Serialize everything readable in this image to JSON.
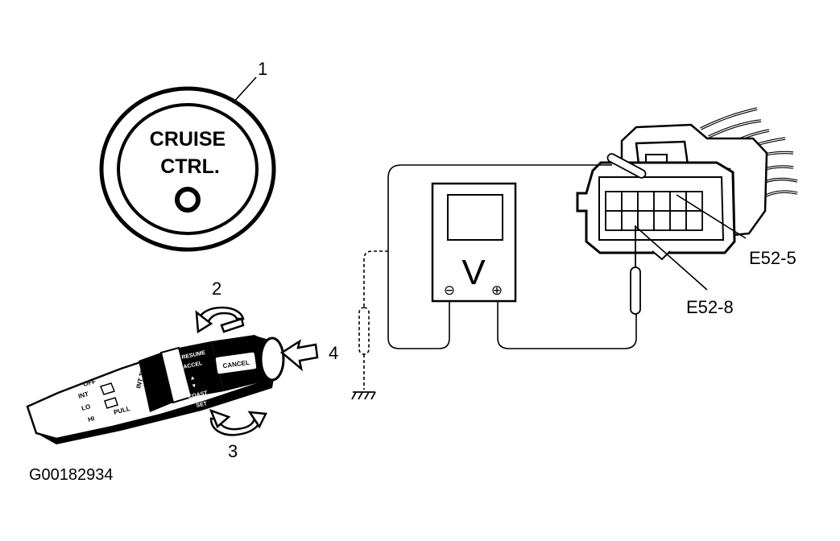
{
  "callouts": {
    "c1": "1",
    "c2": "2",
    "c3": "3",
    "c4": "4",
    "pin5": "E52-5",
    "pin8": "E52-8"
  },
  "button": {
    "line1": "CRUISE",
    "line2": "CTRL."
  },
  "meter": {
    "symbol": "V",
    "neg_terminal": "⊖",
    "pos_terminal": "⊕"
  },
  "stalk": {
    "off": "OFF",
    "int": "INT",
    "lo": "LO",
    "hi": "HI",
    "pull": "PULL",
    "int_time": "INT TIME",
    "resume": "RESUME",
    "accel": "ACCEL",
    "coast": "COAST",
    "set": "SET",
    "cancel": "CANCEL"
  },
  "figure_id": "G00182934"
}
